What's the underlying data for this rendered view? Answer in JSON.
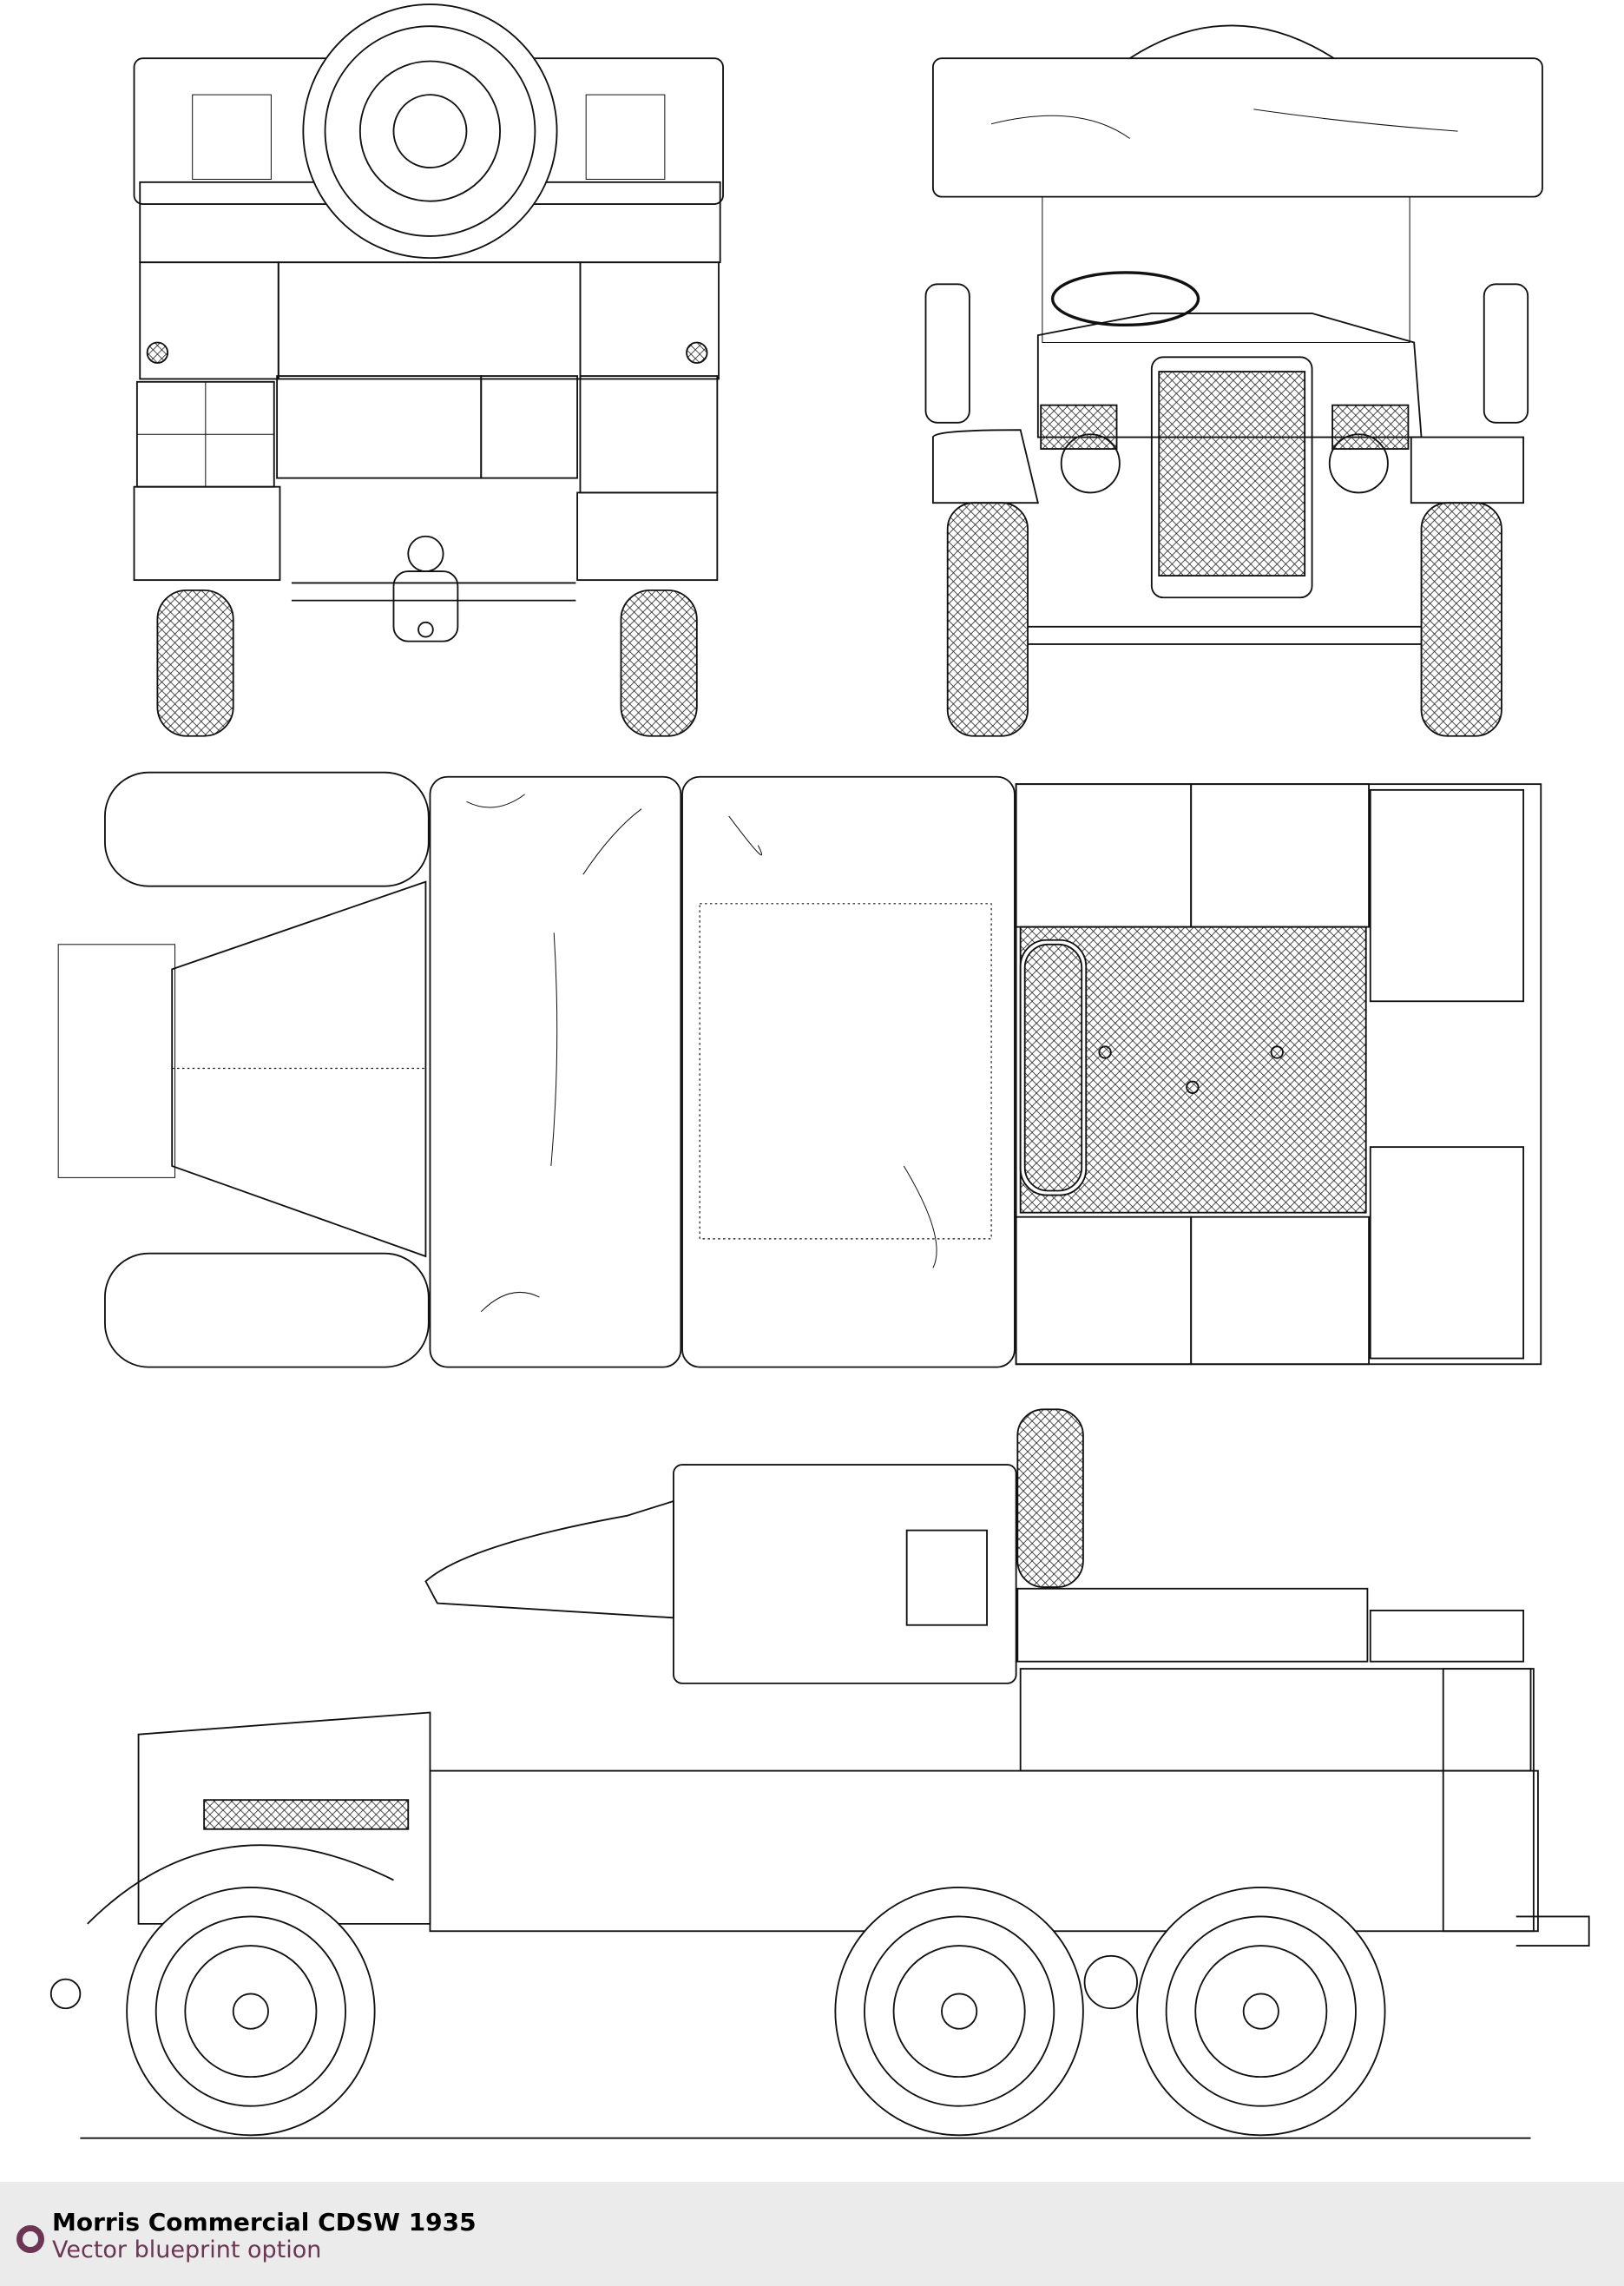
{
  "footer": {
    "title": "Morris Commercial CDSW 1935",
    "subtitle": "Vector blueprint option",
    "accent_color": "#6b3553",
    "background_color": "#ebebeb"
  },
  "drawing": {
    "views": [
      "rear-view",
      "front-view",
      "top-view",
      "side-view"
    ]
  }
}
